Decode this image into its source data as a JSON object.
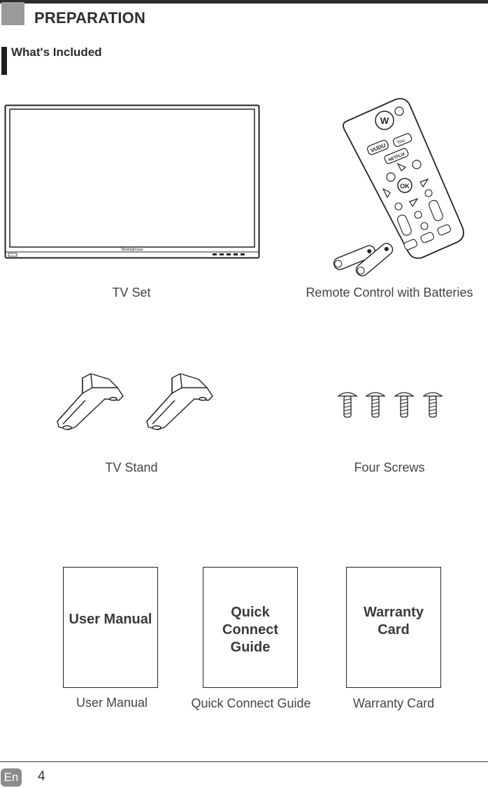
{
  "header": {
    "section_title": "PREPARATION",
    "subsection_title": "What's Included"
  },
  "items": {
    "tv_set": {
      "caption": "TV Set",
      "brand_mark": "Westinghouse"
    },
    "remote": {
      "caption": "Remote Control with Batteries",
      "button_labels": {
        "vudu": "VUDU",
        "youtube": "You",
        "netflix": "NETFLIX",
        "ok": "OK"
      }
    },
    "tv_stand": {
      "caption": "TV Stand"
    },
    "screws": {
      "caption": "Four Screws"
    },
    "user_manual": {
      "cover_text": "User Manual",
      "caption": "User Manual"
    },
    "quick_connect": {
      "cover_text": "Quick\nConnect\nGuide",
      "caption": "Quick Connect Guide"
    },
    "warranty": {
      "cover_text": "Warranty\nCard",
      "caption": "Warranty Card"
    }
  },
  "footer": {
    "language": "En",
    "page_number": "4"
  }
}
